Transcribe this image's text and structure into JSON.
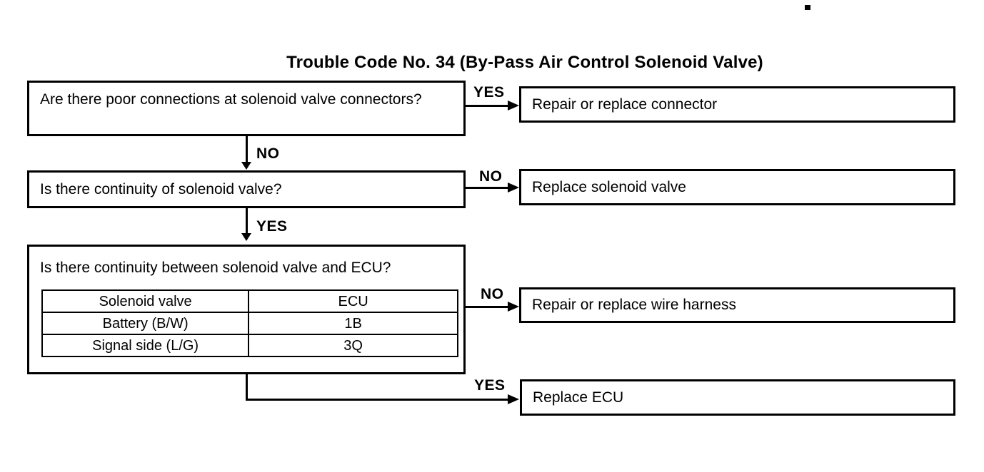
{
  "page": {
    "title": "Trouble Code No. 34 (By-Pass Air Control Solenoid Valve)"
  },
  "colors": {
    "ink": "#000000",
    "paper": "#ffffff"
  },
  "nodes": {
    "q1": {
      "text": "Are there poor connections at solenoid valve connectors?"
    },
    "q2": {
      "text": "Is there continuity of solenoid valve?"
    },
    "q3": {
      "text": "Is there continuity between solenoid valve and ECU?"
    },
    "a1": {
      "text": "Repair or replace connector"
    },
    "a2": {
      "text": "Replace solenoid valve"
    },
    "a3": {
      "text": "Repair or replace wire harness"
    },
    "a4": {
      "text": "Replace ECU"
    }
  },
  "connectors": {
    "q1_to_a1": "YES",
    "q1_to_q2": "NO",
    "q2_to_a2": "NO",
    "q2_to_q3": "YES",
    "q3_to_a3": "NO",
    "q3_to_a4": "YES"
  },
  "pin_table": {
    "headers": [
      "Solenoid valve",
      "ECU"
    ],
    "rows": [
      [
        "Battery (B/W)",
        "1B"
      ],
      [
        "Signal side (L/G)",
        "3Q"
      ]
    ]
  }
}
